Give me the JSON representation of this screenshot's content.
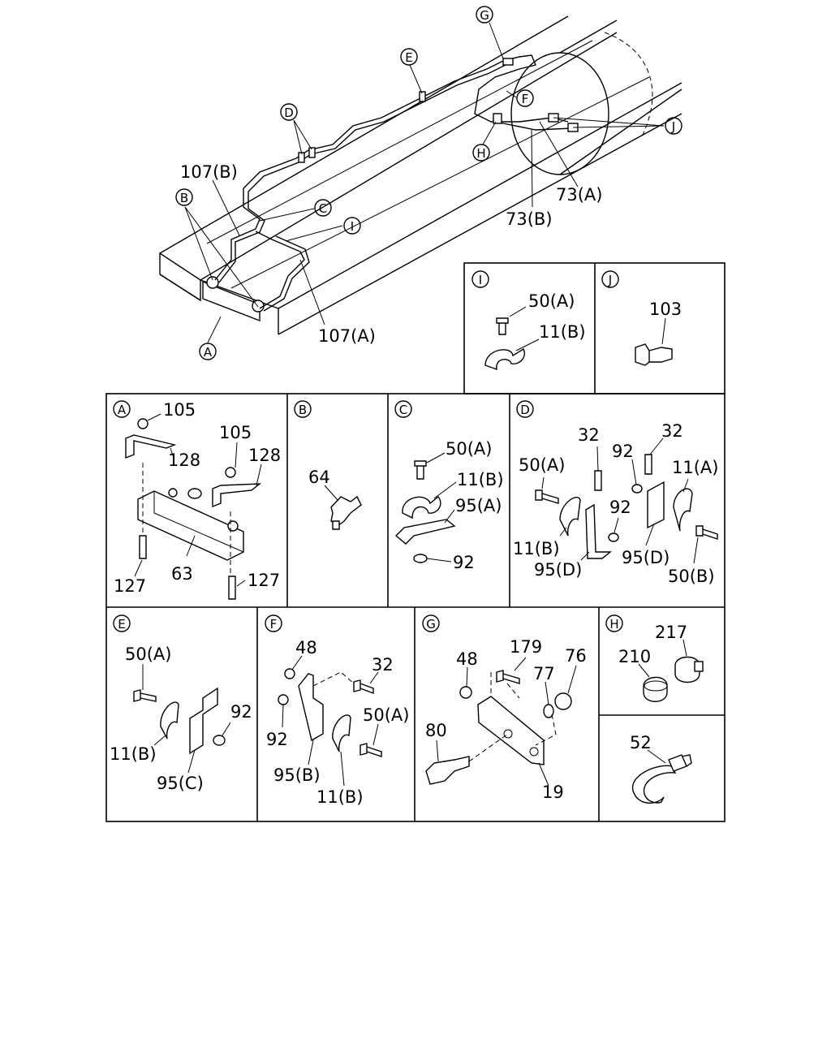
{
  "overview": {
    "callouts": [
      "G",
      "E",
      "F",
      "D",
      "J",
      "H",
      "C",
      "I",
      "B",
      "A"
    ],
    "labels": [
      "107(B)",
      "73(A)",
      "73(B)",
      "107(A)"
    ]
  },
  "panels": {
    "I": {
      "letter": "I",
      "labels": [
        "50(A)",
        "11(B)"
      ]
    },
    "J": {
      "letter": "J",
      "labels": [
        "103"
      ]
    },
    "A": {
      "letter": "A",
      "labels": [
        "105",
        "128",
        "105",
        "128",
        "63",
        "127",
        "127"
      ]
    },
    "B": {
      "letter": "B",
      "labels": [
        "64"
      ]
    },
    "C": {
      "letter": "C",
      "labels": [
        "50(A)",
        "11(B)",
        "95(A)",
        "92"
      ]
    },
    "D": {
      "letter": "D",
      "labels": [
        "32",
        "92",
        "32",
        "50(A)",
        "11(A)",
        "92",
        "11(B)",
        "95(D)",
        "95(D)",
        "50(B)"
      ]
    },
    "E": {
      "letter": "E",
      "labels": [
        "50(A)",
        "92",
        "11(B)",
        "95(C)"
      ]
    },
    "F": {
      "letter": "F",
      "labels": [
        "48",
        "32",
        "50(A)",
        "92",
        "95(B)",
        "11(B)"
      ]
    },
    "G": {
      "letter": "G",
      "labels": [
        "48",
        "179",
        "76",
        "77",
        "80",
        "19"
      ]
    },
    "H": {
      "letter": "H",
      "labels": [
        "217",
        "210"
      ]
    },
    "K": {
      "letter": "",
      "labels": [
        "52"
      ]
    }
  }
}
